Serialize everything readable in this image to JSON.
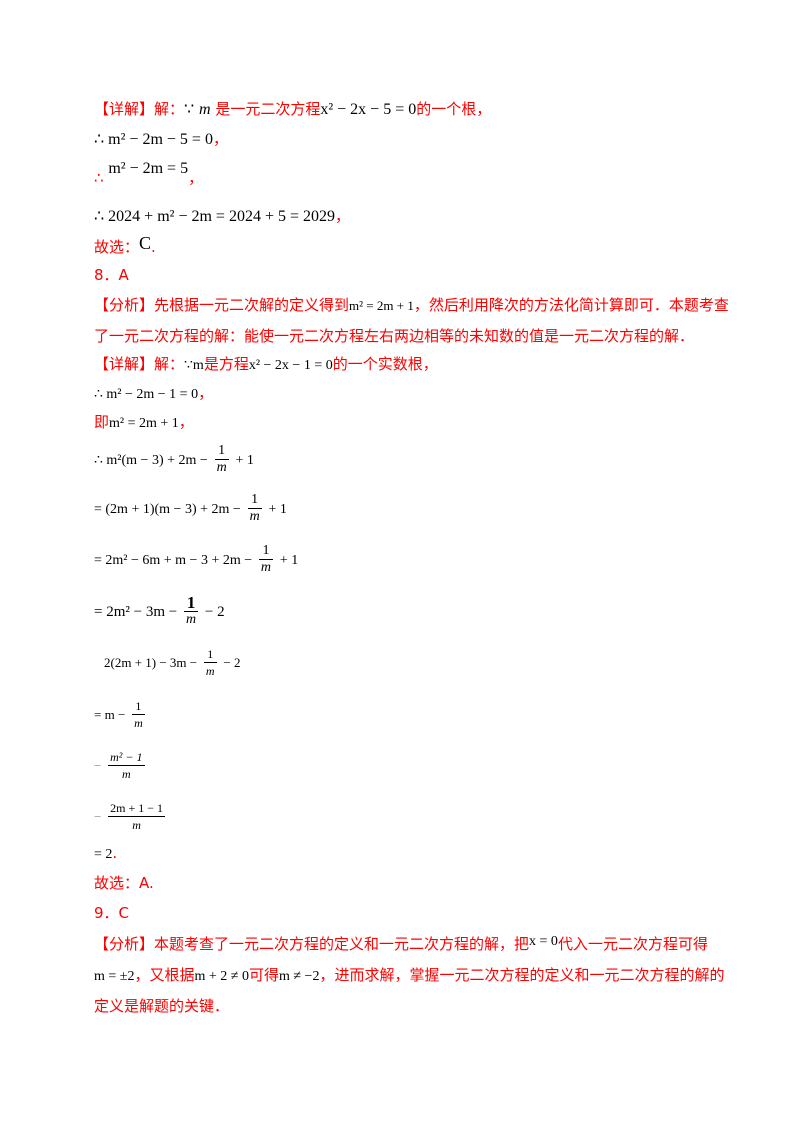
{
  "q7": {
    "detail_label": "【详解】解：",
    "line1_because": "∵",
    "line1_m": "m",
    "line1_text": "是一元二次方程",
    "line1_eq": "x² − 2x − 5 = 0",
    "line1_tail": "的一个根，",
    "line2": "∴ m² − 2m − 5 = 0",
    "line2_tail": "，",
    "line3": "m² − 2m = 5",
    "line3_tail": "，",
    "line4": "∴ 2024 + m² − 2m = 2024 + 5 = 2029",
    "line4_tail": "，",
    "answer_label": "故选：",
    "answer_value": "C",
    "answer_tail": "."
  },
  "q8": {
    "number": "8．A",
    "analysis_label": "【分析】",
    "analysis_text1": "先根据一元二次解的定义得到",
    "analysis_eq": "m² = 2m + 1",
    "analysis_text2": "，然后利用降次的方法化简计算即可．本题考查",
    "analysis_text3": "了一元二次方程的解：能使一元二次方程左右两边相等的未知数的值是一元二次方程的解．",
    "detail_label": "【详解】解：",
    "detail_because": "∵m",
    "detail_text": "是方程",
    "detail_eq": "x² − 2x − 1 = 0",
    "detail_tail": "的一个实数根，",
    "step1": "∴ m² − 2m − 1 = 0",
    "step1_tail": "，",
    "step2_prefix": "即",
    "step2": "m² = 2m + 1",
    "step2_tail": "，",
    "step3_lead": "∴ m²(m − 3) + 2m −",
    "step3_trail": "+ 1",
    "step4_lead": "= (2m + 1)(m − 3) + 2m −",
    "step4_trail": "+ 1",
    "step5_lead": "= 2m² − 6m + m − 3 + 2m −",
    "step5_trail": "+ 1",
    "step6_lead": "= 2m² − 3m −",
    "step6_trail": "− 2",
    "step7_lead": "2(2m + 1) − 3m −",
    "step7_trail": "− 2",
    "step8_lead": "= m −",
    "step9_lead": "−",
    "step9_num": "m² − 1",
    "step10_lead": "−",
    "step10_num": "2m + 1 − 1",
    "frac_num": "1",
    "frac_den": "m",
    "step11": "= 2",
    "step11_tail": ".",
    "answer": "故选：A."
  },
  "q9": {
    "number": "9．C",
    "analysis_label": "【分析】",
    "analysis_text1": "本题考查了一元二次方程的定义和一元二次方程的解，把",
    "analysis_eq1": "x = 0",
    "analysis_text2": "代入一元二次方程可得",
    "line2_eq1": "m = ±2",
    "line2_text1": "，又根据",
    "line2_eq2": "m + 2 ≠ 0",
    "line2_text2": "可得",
    "line2_eq3": "m ≠ −2",
    "line2_text3": "，进而求解，掌握一元二次方程的定义和一元二次方程的解的",
    "line3_text": "定义是解题的关键．"
  },
  "colors": {
    "accent_red": "#ff0000",
    "math_black": "#000000"
  }
}
